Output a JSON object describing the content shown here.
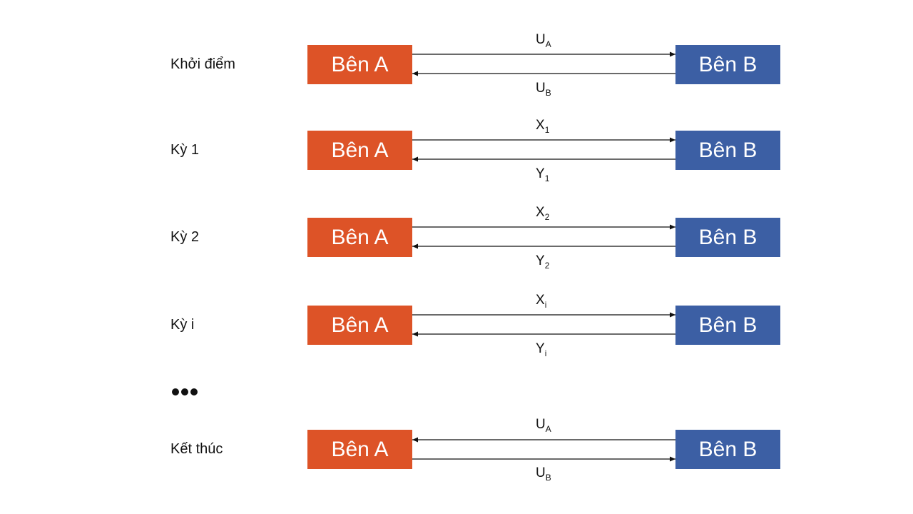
{
  "party_a": "Bên A",
  "party_b": "Bên B",
  "colors": {
    "party_a": "#dd5327",
    "party_b": "#3c5fa4"
  },
  "rows": [
    {
      "phase": "Khởi điểm",
      "top_label": {
        "base": "U",
        "sub": "A"
      },
      "bottom_label": {
        "base": "U",
        "sub": "B"
      },
      "top_arrow": "right",
      "bottom_arrow": "left"
    },
    {
      "phase": "Kỳ 1",
      "top_label": {
        "base": "X",
        "sub": "1"
      },
      "bottom_label": {
        "base": "Y",
        "sub": "1"
      },
      "top_arrow": "right",
      "bottom_arrow": "left"
    },
    {
      "phase": "Kỳ 2",
      "top_label": {
        "base": "X",
        "sub": "2"
      },
      "bottom_label": {
        "base": "Y",
        "sub": "2"
      },
      "top_arrow": "right",
      "bottom_arrow": "left"
    },
    {
      "phase": "Kỳ i",
      "top_label": {
        "base": "X",
        "sub": "i"
      },
      "bottom_label": {
        "base": "Y",
        "sub": "i"
      },
      "top_arrow": "right",
      "bottom_arrow": "left"
    },
    {
      "phase": "Kết thúc",
      "top_label": {
        "base": "U",
        "sub": "A"
      },
      "bottom_label": {
        "base": "U",
        "sub": "B"
      },
      "top_arrow": "left",
      "bottom_arrow": "right"
    }
  ],
  "ellipsis": "•••"
}
